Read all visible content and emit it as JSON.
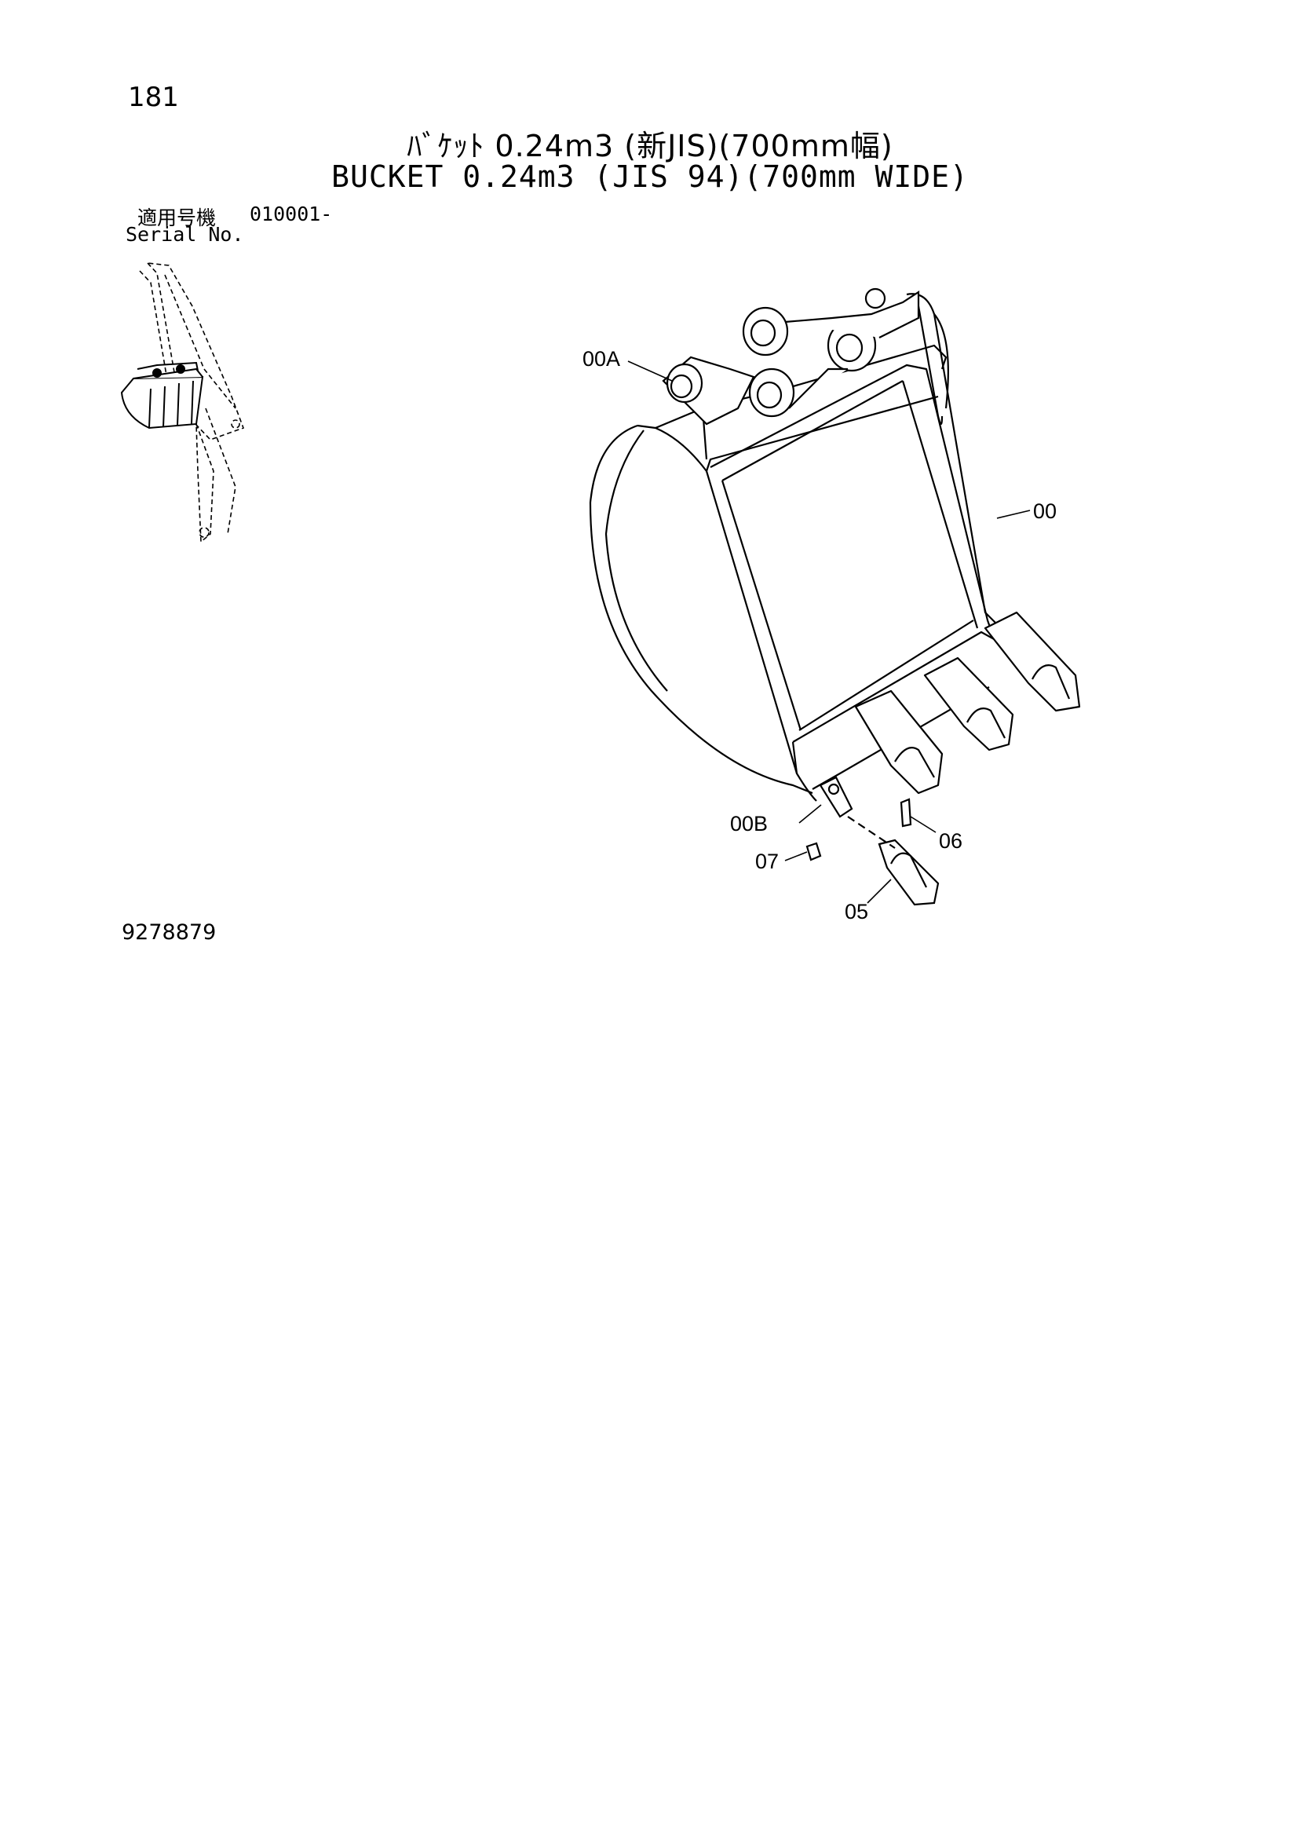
{
  "page": {
    "number": "181",
    "title_jp": "ﾊﾞｹｯﾄ 0.24m3 (新JIS)(700mm幅)",
    "title_en": "BUCKET 0.24m3 (JIS 94)(700mm WIDE)",
    "serial_label_jp": "適用号機",
    "serial_range": "010001-",
    "serial_label_en": "Serial No.",
    "drawing_number": "9278879"
  },
  "callouts": {
    "c00A": "00A",
    "c00": "00",
    "c00B": "00B",
    "c07": "07",
    "c06": "06",
    "c05": "05"
  },
  "colors": {
    "ink": "#000000",
    "paper": "#ffffff"
  }
}
